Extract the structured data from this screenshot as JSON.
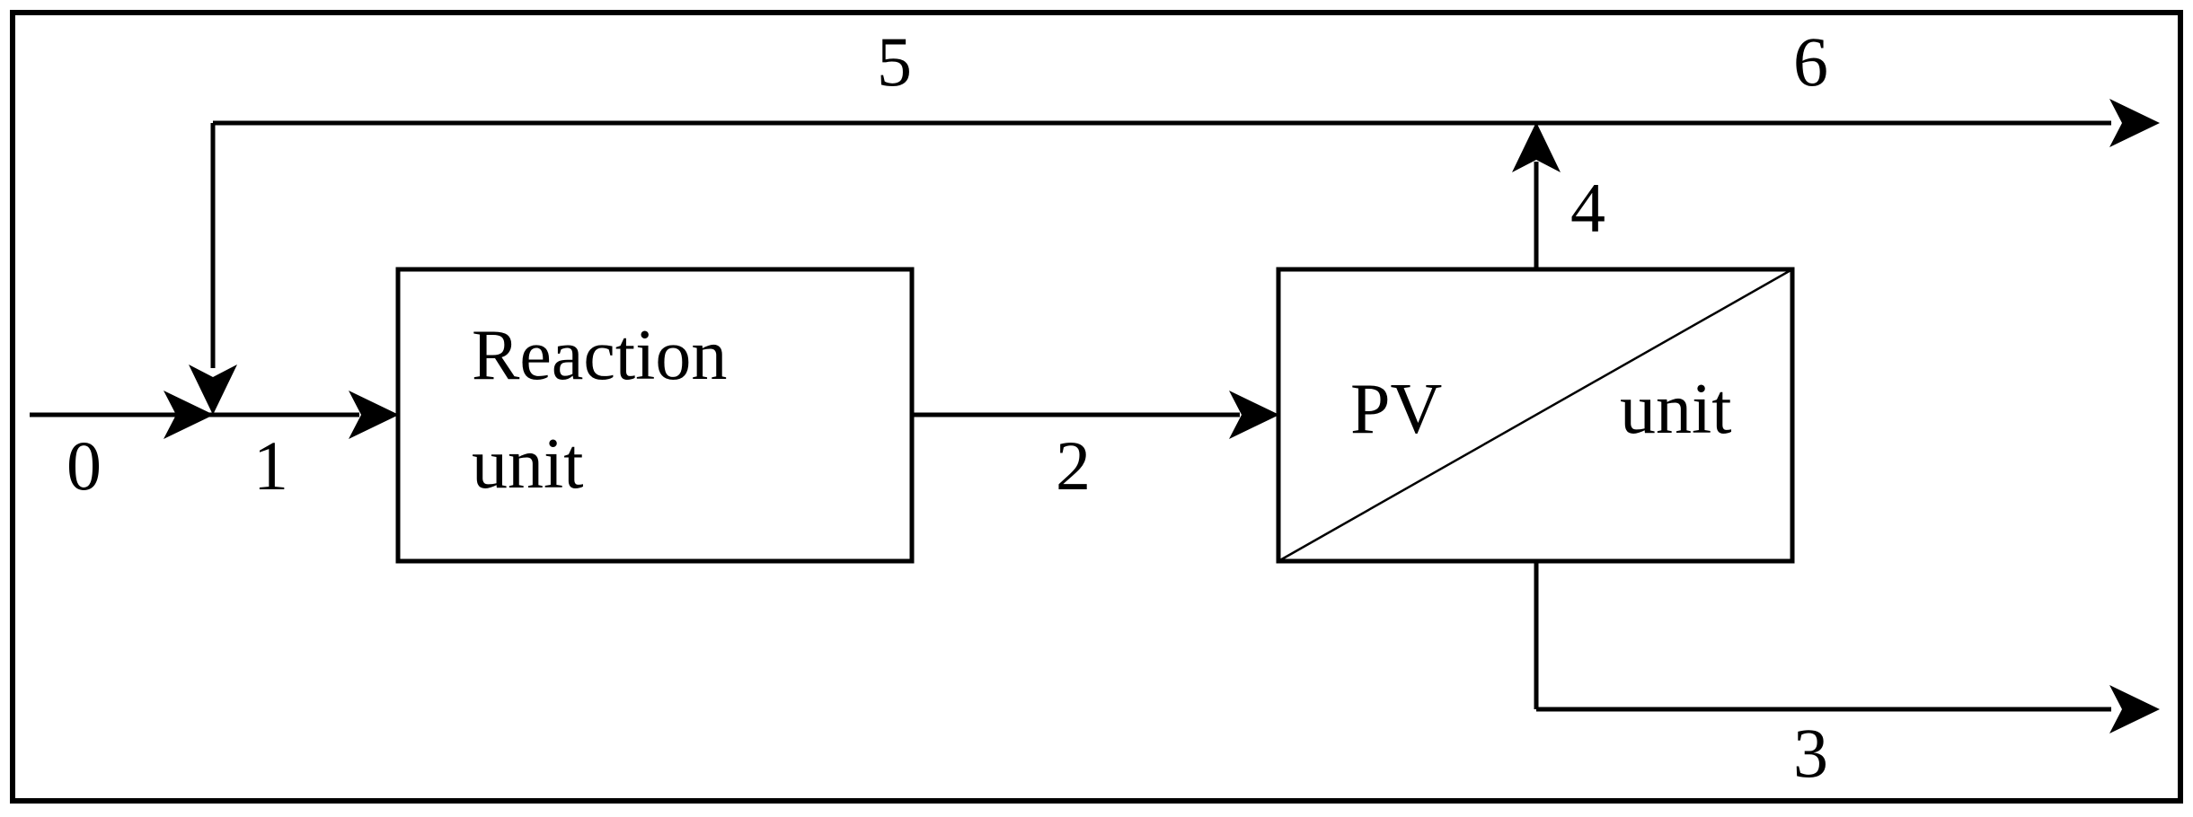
{
  "streams": {
    "s0": "0",
    "s1": "1",
    "s2": "2",
    "s3": "3",
    "s4": "4",
    "s5": "5",
    "s6": "6"
  },
  "reaction_unit": {
    "line1": "Reaction",
    "line2": "unit"
  },
  "pv_unit": {
    "left_text": "PV",
    "right_text": "unit"
  },
  "colors": {
    "stroke": "#000000",
    "background": "#ffffff"
  }
}
